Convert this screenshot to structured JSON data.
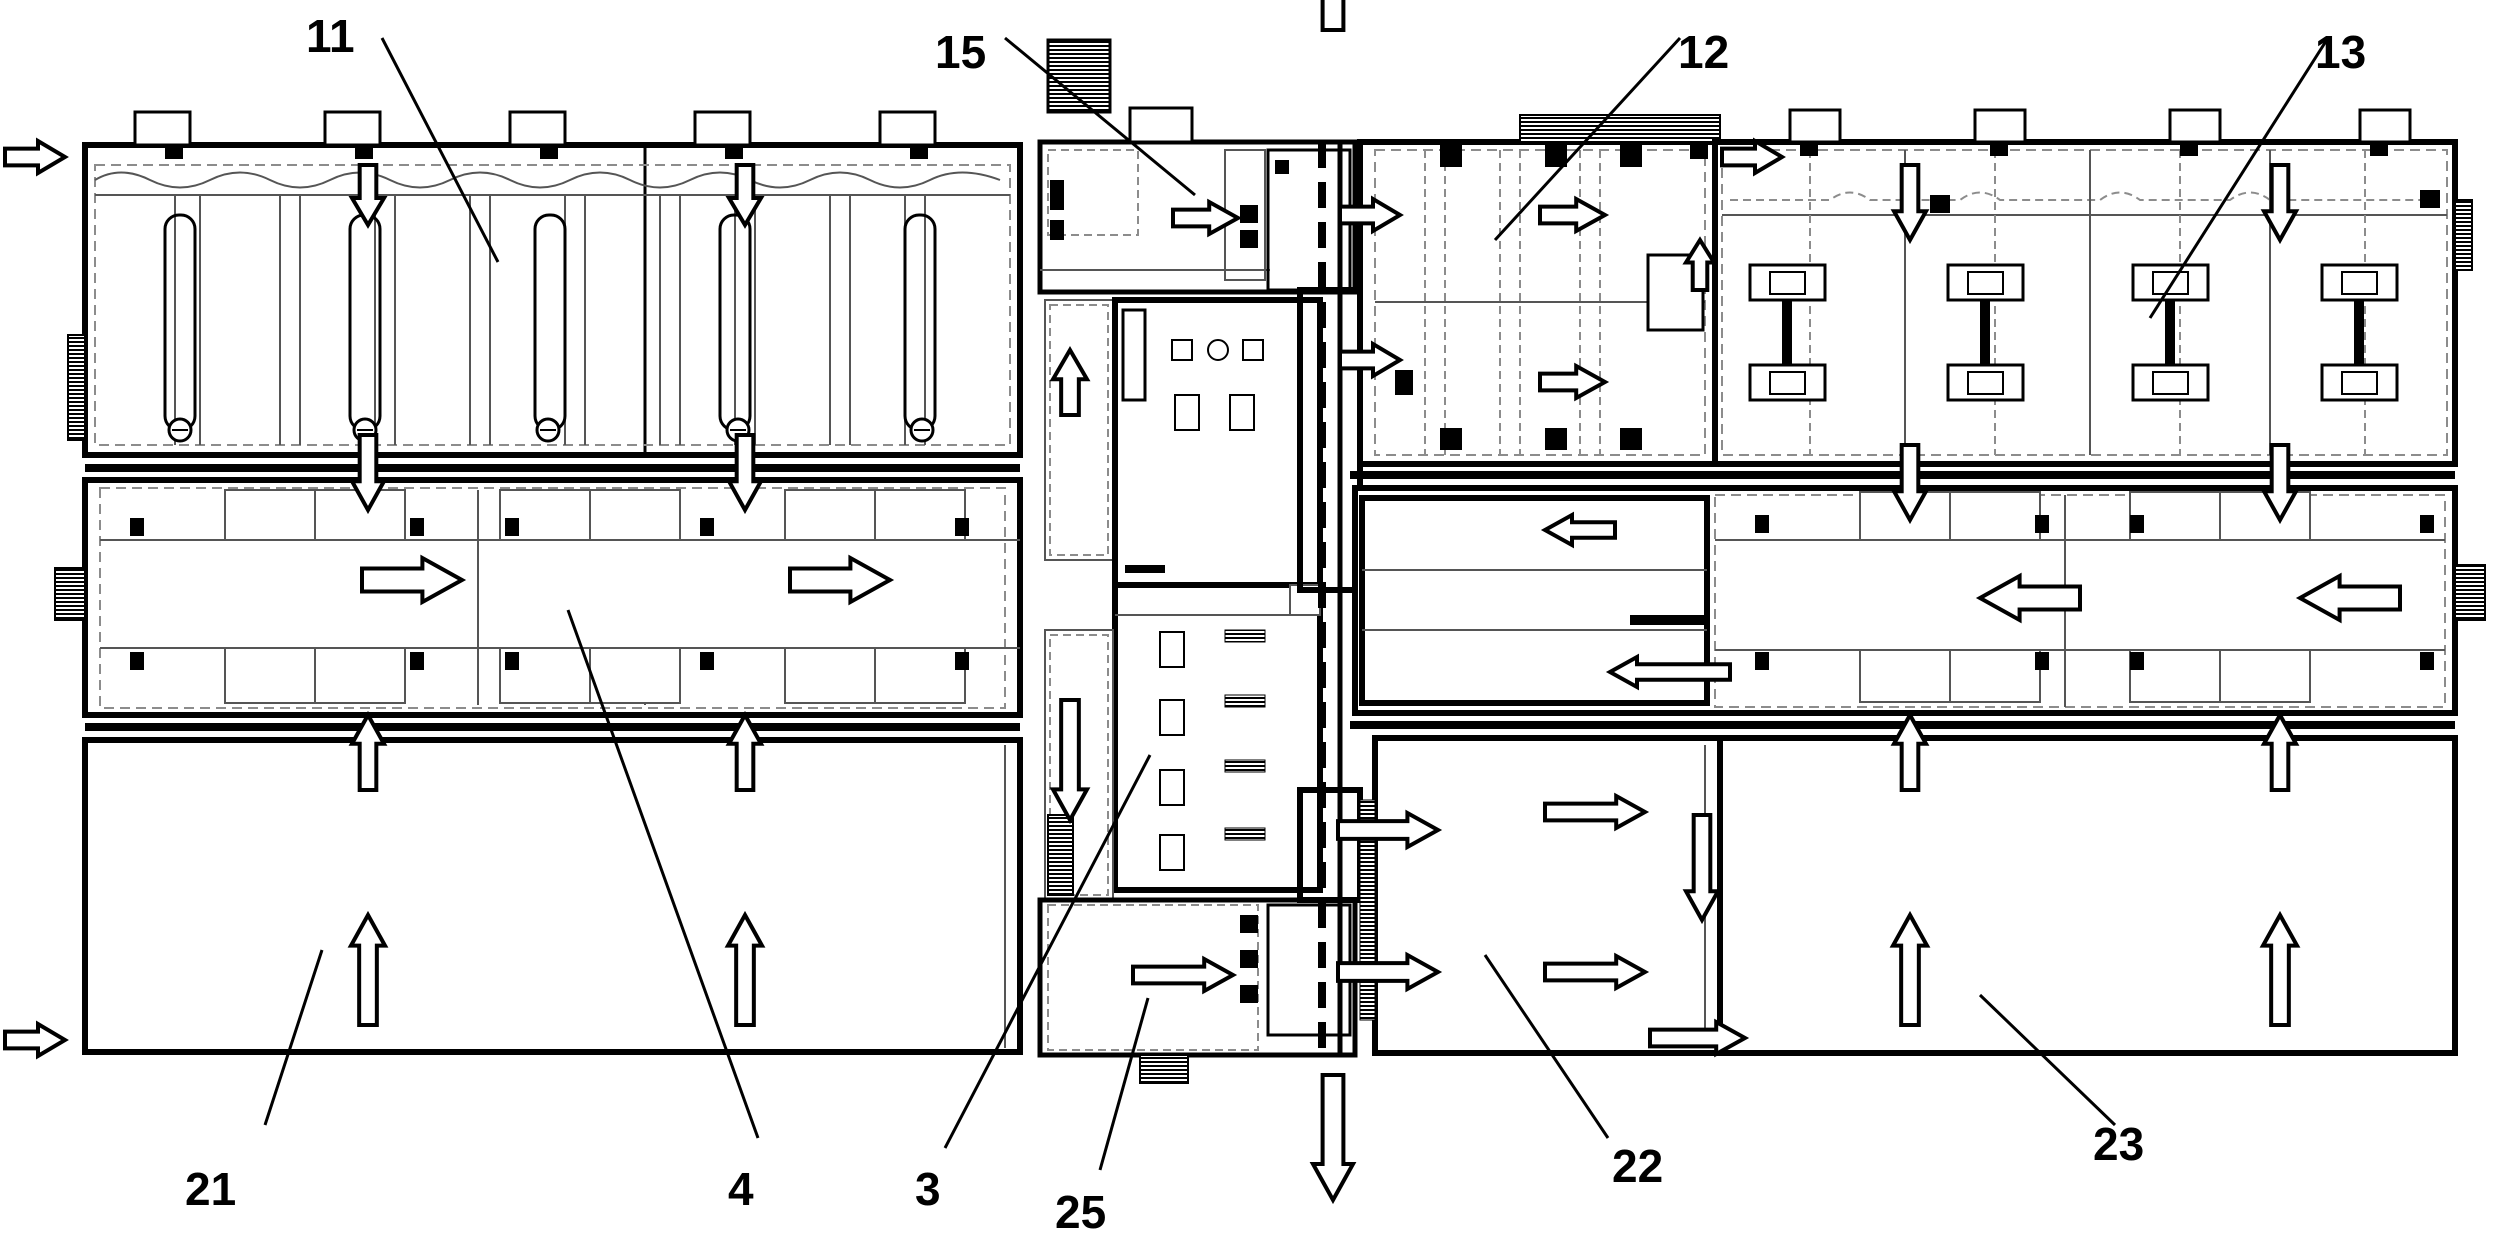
{
  "labels": {
    "l11": "11",
    "l15": "15",
    "l12": "12",
    "l13": "13",
    "l21": "21",
    "l4": "4",
    "l3": "3",
    "l25": "25",
    "l22": "22",
    "l23": "23"
  },
  "colors": {
    "stroke": "#000000",
    "dash": "#8c8c8c",
    "thin": "#555555",
    "fill": "#ffffff",
    "block": "#1a1a1a",
    "panel": "#f5f5f5"
  },
  "icons": {
    "flow_arrow": "hollow-block-arrow",
    "outlet_arrow": "hollow-block-arrow",
    "fan": "circle-fan-icon"
  }
}
